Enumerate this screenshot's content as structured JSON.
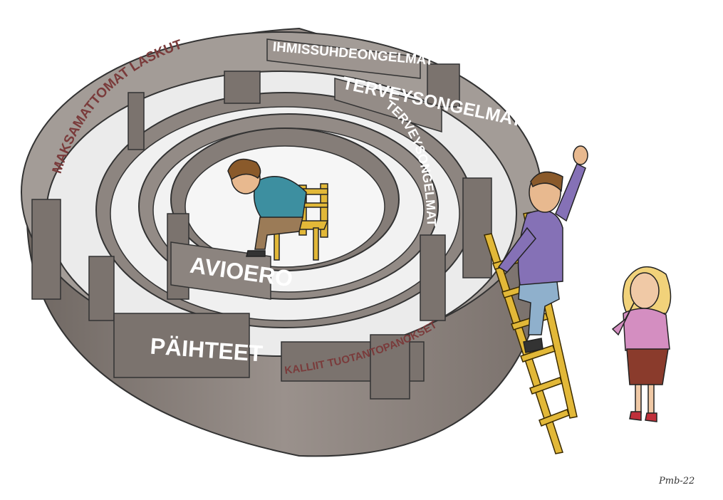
{
  "maze_labels": {
    "unpaid_bills": "MAKSAMATTOMAT LASKUT",
    "relationship_problems": "IHMISSUHDEONGELMAT",
    "health_problems_top": "TERVEYSONGELMAT",
    "health_problems_curve": "TERVEYSONGELMAT",
    "divorce": "AVIOERO",
    "substances": "PÄIHTEET",
    "expensive_inputs": "KALLIIT TUOTANTOPANOKSET"
  },
  "signature": "Pmb-22",
  "colors": {
    "wall_outer": "#8e8580",
    "wall_top": "#a39c97",
    "wall_inner": "#7b736e",
    "floor": "#f4f4f4",
    "dark_label": "#7a3b3b",
    "light_label": "#ffffff",
    "ladder": "#e2b838",
    "man_shirt": "#8571b6",
    "woman_top": "#d48ec1",
    "woman_skirt": "#8a3b2c",
    "sad_man_shirt": "#3d8fa0"
  }
}
